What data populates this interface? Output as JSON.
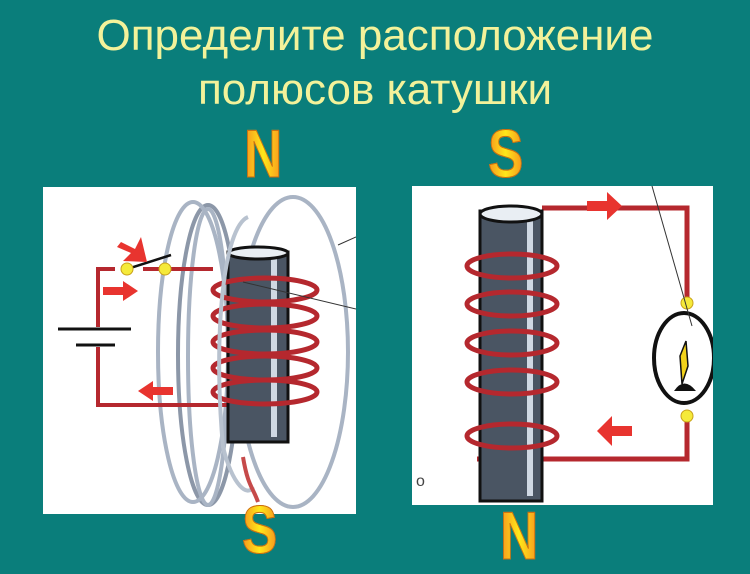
{
  "slide": {
    "title_line1": "Определите расположение",
    "title_line2": "полюсов катушки"
  },
  "figure_left": {
    "pole_top": "N",
    "pole_bottom": "S",
    "elements": [
      "battery-icon",
      "switch-icon",
      "coil-icon",
      "iron-core-icon",
      "field-lines-icon",
      "current-arrow-icon"
    ]
  },
  "figure_right": {
    "pole_top": "S",
    "pole_bottom": "N",
    "label_fragment": "о",
    "elements": [
      "coil-icon",
      "iron-core-icon",
      "lamp-icon",
      "current-arrow-icon"
    ]
  },
  "colors": {
    "background": "#0a7e7b",
    "title": "#f3f29a",
    "wire": "#b5282e",
    "arrow": "#e8342f",
    "core": "#4a5563",
    "pole_gradient_edge": "#f7941d",
    "pole_gradient_center": "#ffe81a"
  }
}
